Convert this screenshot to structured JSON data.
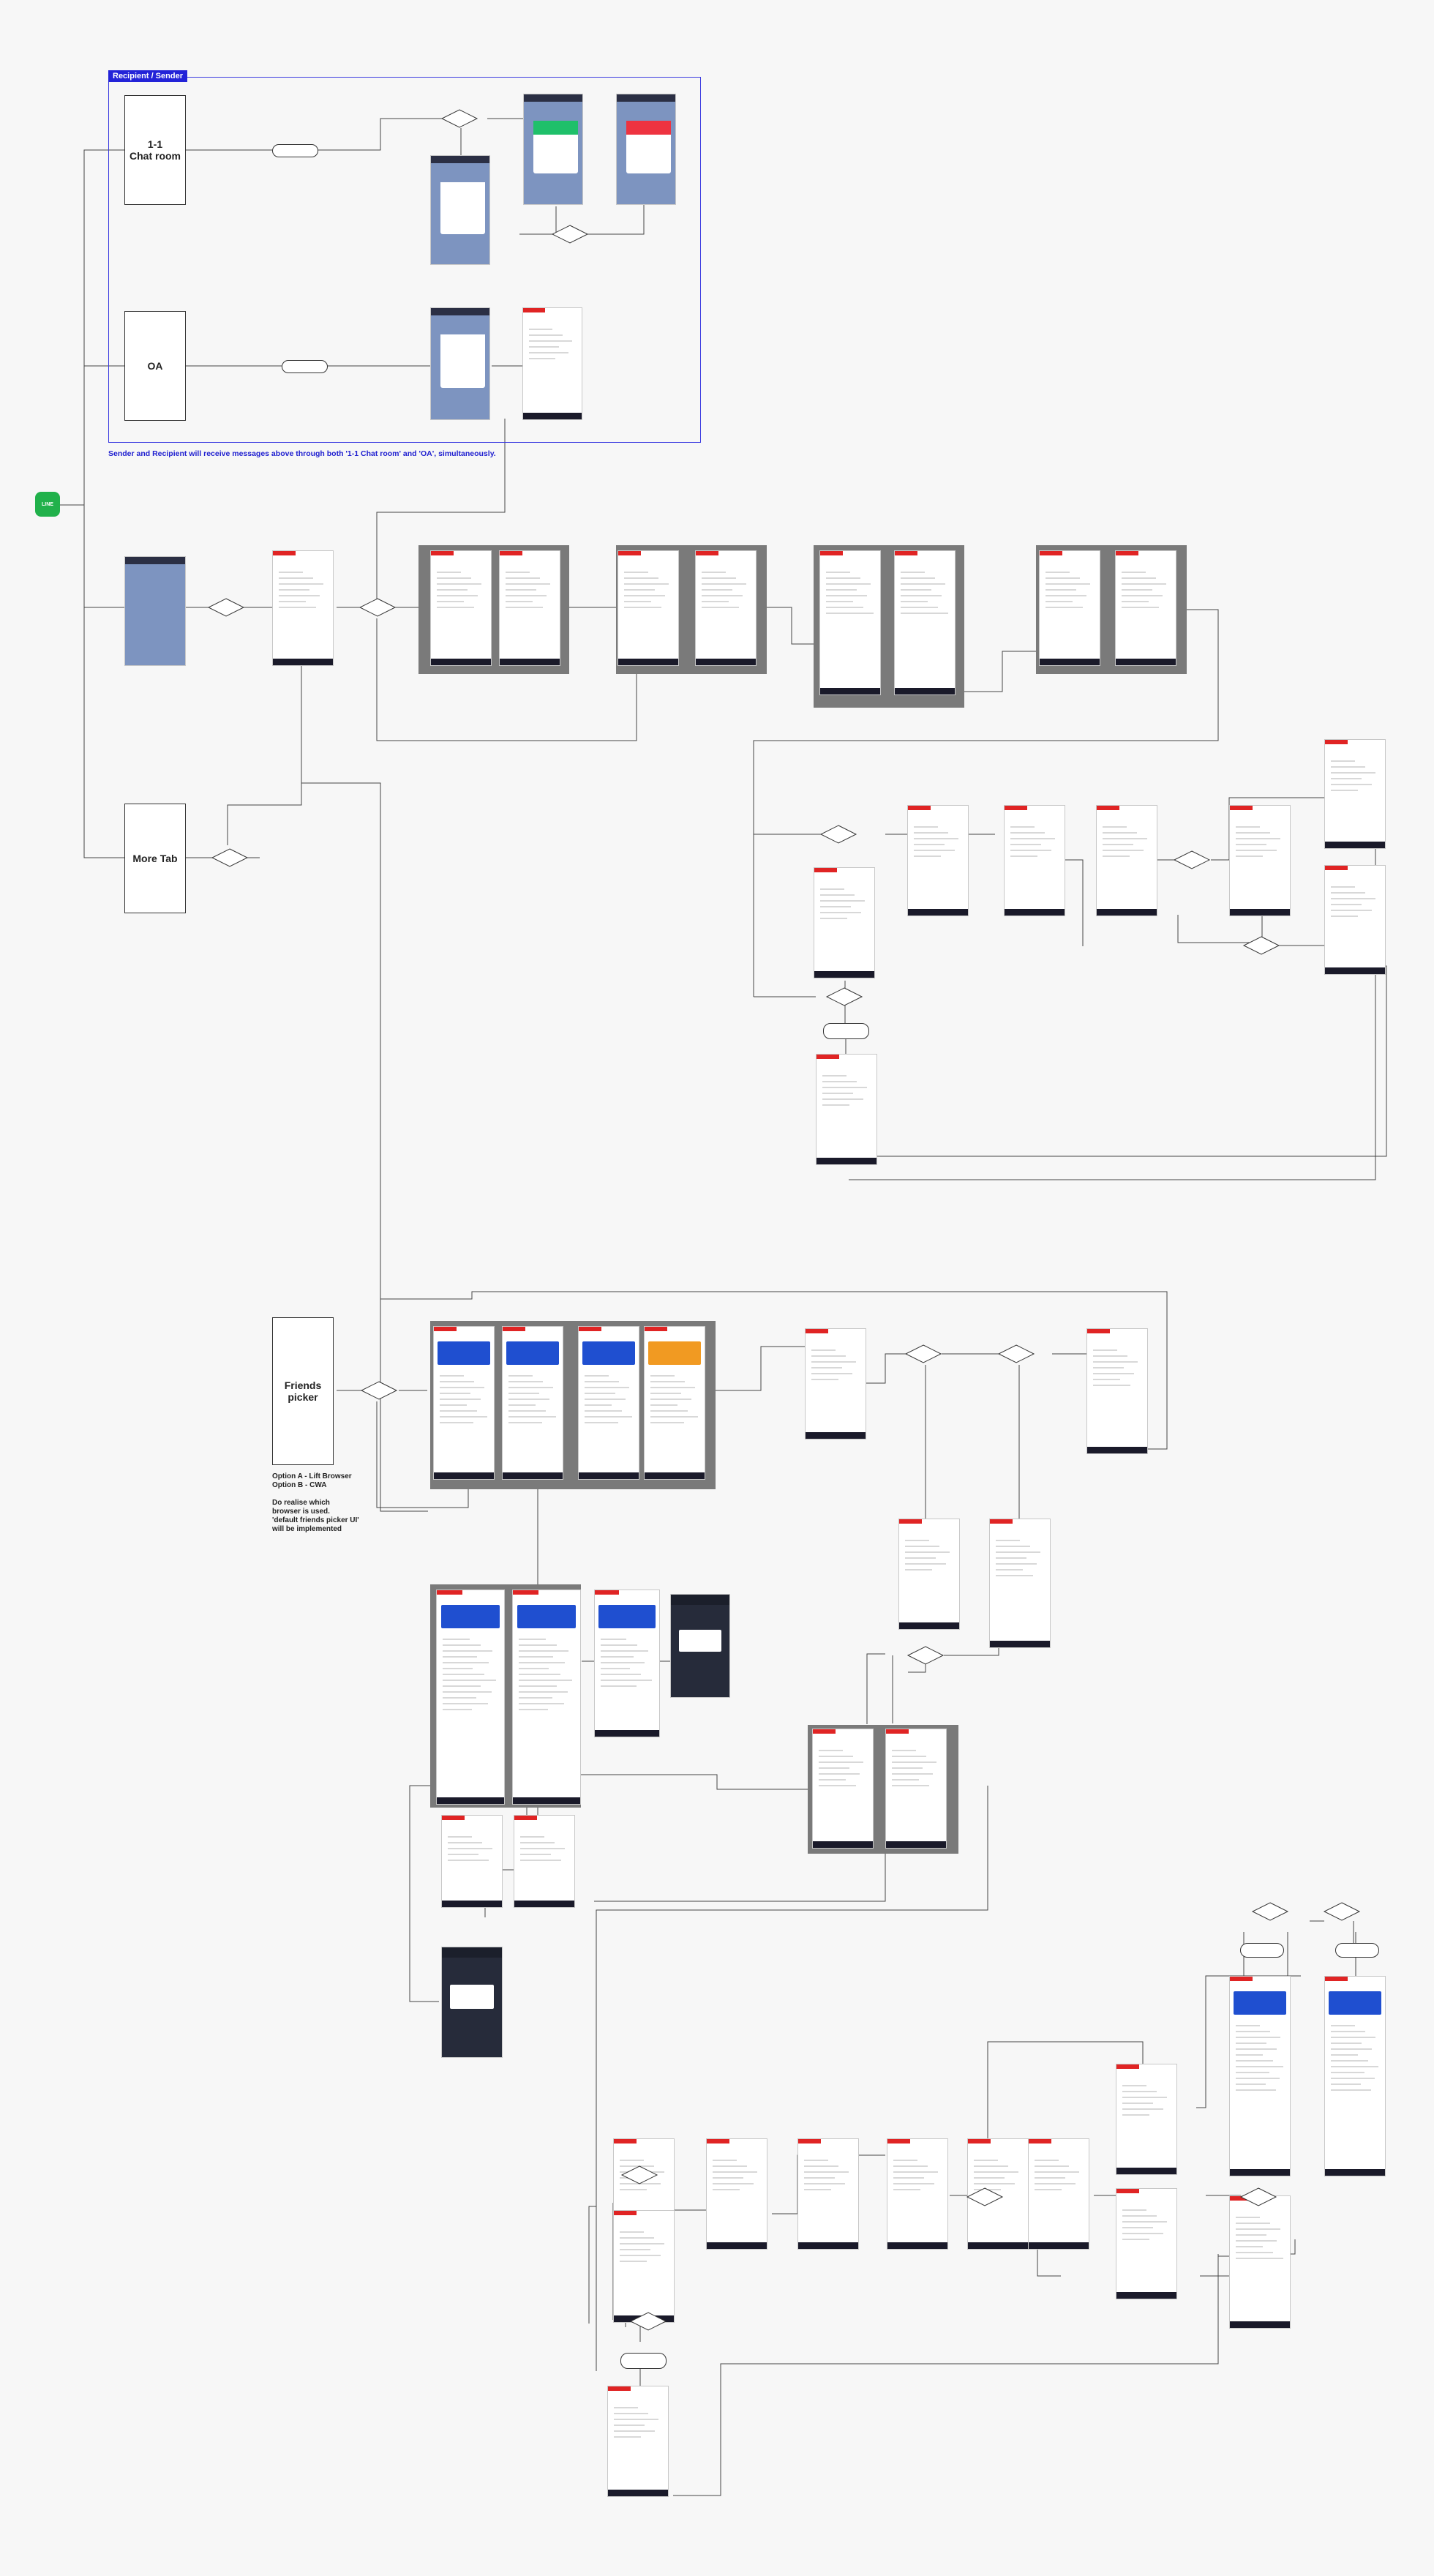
{
  "section": {
    "label": "Recipient / Sender"
  },
  "notes": {
    "broadcast": "Sender and Recipient will receive messages above through both '1-1 Chat room' and 'OA', simultaneously.",
    "option": "Option A - Lift Browser\nOption B - CWA\n\nDo realise which browser is used.\n'default friends picker UI' will be implemented"
  },
  "nodes": {
    "chat_room": "1-1\nChat room",
    "oa": "OA",
    "more_tab": "More Tab",
    "friends_picker": "Friends\npicker"
  },
  "logo": {
    "text": "LINE"
  },
  "colors": {
    "accent": "#2323d8",
    "line_green": "#21b14b",
    "bca_blue": "#1f4fd0",
    "alert_red": "#e02424"
  }
}
